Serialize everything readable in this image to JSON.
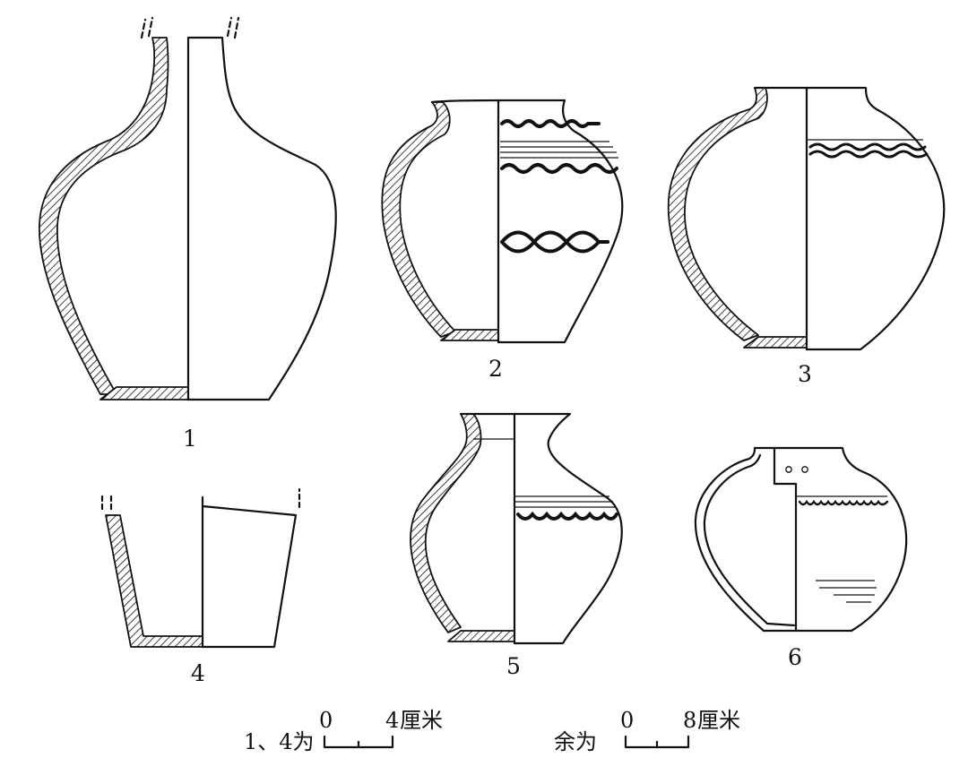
{
  "vessels": [
    {
      "id": "1"
    },
    {
      "id": "2"
    },
    {
      "id": "3"
    },
    {
      "id": "4"
    },
    {
      "id": "5"
    },
    {
      "id": "6"
    }
  ],
  "scale_bars": [
    {
      "applies_to": "1、4为",
      "start": "0",
      "end": "4",
      "unit": "厘米"
    },
    {
      "applies_to": "余为",
      "start": "0",
      "end": "8",
      "unit": "厘米"
    }
  ]
}
